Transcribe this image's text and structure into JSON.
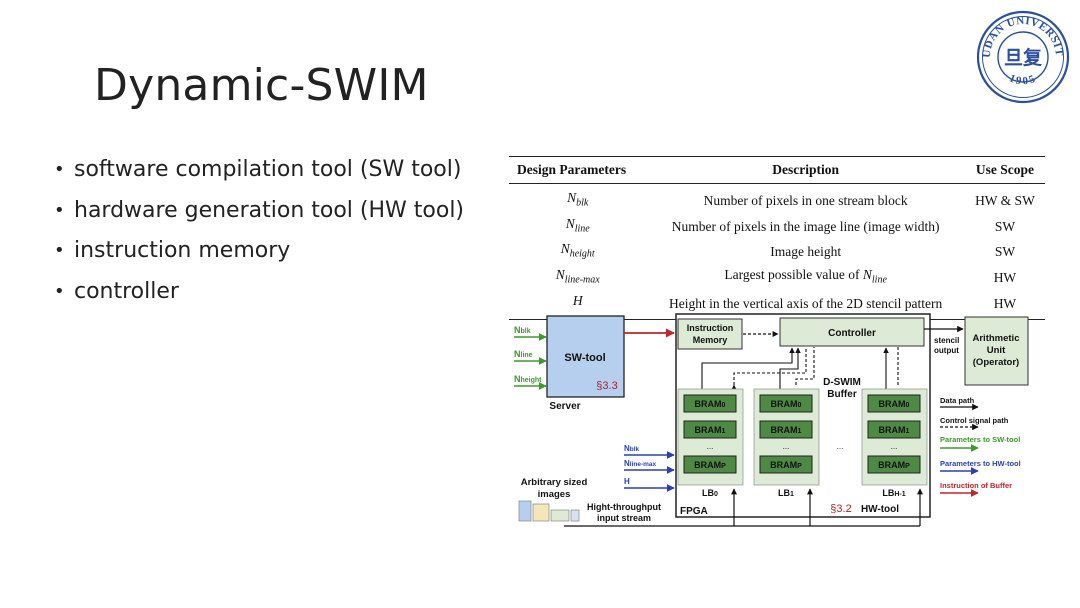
{
  "slide": {
    "title": "Dynamic-SWIM",
    "bullets": [
      "software compilation tool (SW tool)",
      "hardware generation tool (HW tool)",
      "instruction memory",
      "controller"
    ]
  },
  "logo": {
    "text_top": "FUDAN UNIVERSITY",
    "year": "1905",
    "glyph": "旦复"
  },
  "table": {
    "headers": [
      "Design Parameters",
      "Description",
      "Use Scope"
    ],
    "rows": [
      {
        "sym": "N",
        "sub": "blk",
        "desc": "Number of pixels in one stream block",
        "scope": "HW & SW"
      },
      {
        "sym": "N",
        "sub": "line",
        "desc": "Number of pixels in the image line (image width)",
        "scope": "SW"
      },
      {
        "sym": "N",
        "sub": "height",
        "desc": "Image height",
        "scope": "SW"
      },
      {
        "sym": "N",
        "sub": "line-max",
        "desc": "Largest possible value of ",
        "desc_sym": "N",
        "desc_sub": "line",
        "scope": "HW"
      },
      {
        "sym": "H",
        "sub": "",
        "desc": "Height in the vertical axis of the 2D stencil pattern",
        "scope": "HW"
      }
    ]
  },
  "diagram": {
    "inputs_sw": [
      {
        "main": "N",
        "sub": "blk"
      },
      {
        "main": "N",
        "sub": "line"
      },
      {
        "main": "N",
        "sub": "height"
      }
    ],
    "sw_tool": {
      "label": "SW-tool",
      "ref": "§3.3",
      "caption": "Server"
    },
    "instr_mem": [
      "Instruction",
      "Memory"
    ],
    "controller": "Controller",
    "stencil_output": [
      "stencil",
      "output"
    ],
    "arith": [
      "Arithmetic",
      "Unit",
      "(Operator)"
    ],
    "buffer_label": [
      "D-SWIM",
      "Buffer"
    ],
    "line_buffers": [
      {
        "name": "LB",
        "sub": "0"
      },
      {
        "name": "LB",
        "sub": "1"
      },
      {
        "name": "LB",
        "sub": "H-1"
      }
    ],
    "bram": [
      {
        "name": "BRAM",
        "sub": "0"
      },
      {
        "name": "BRAM",
        "sub": "1"
      },
      {
        "name": "BRAM",
        "sub": "P"
      }
    ],
    "ellipsis": "...",
    "inputs_hw": [
      {
        "main": "N",
        "sub": "blk"
      },
      {
        "main": "N",
        "sub": "line-max"
      },
      {
        "main": "H",
        "sub": ""
      }
    ],
    "images_label": [
      "Arbitrary sized",
      "images"
    ],
    "stream_label": [
      "Hight-throughput",
      "input stream"
    ],
    "fpga": "FPGA",
    "hw_ref": "§3.2",
    "hw_tool": "HW-tool",
    "legend": [
      {
        "label": "Data path",
        "color": "#111111",
        "dashed": false
      },
      {
        "label": "Control signal path",
        "color": "#111111",
        "dashed": true
      },
      {
        "label": "Parameters to SW-tool",
        "color": "#3a9a2a",
        "dashed": false
      },
      {
        "label": "Parameters to HW-tool",
        "color": "#2a3fb8",
        "dashed": false
      },
      {
        "label": "Instruction of Buffer",
        "color": "#c0242c",
        "dashed": false
      }
    ],
    "colors": {
      "sw_fill": "#b7cfee",
      "green_fill": "#dcead6",
      "bram_fill": "#4f8a45",
      "param_green": "#3a9a2a",
      "param_blue": "#2a3fb8",
      "instr_red": "#c0242c",
      "ref_red": "#b0202a",
      "img1": "#b7cfee",
      "img2": "#f3e6b8",
      "img3": "#dcead6"
    }
  }
}
